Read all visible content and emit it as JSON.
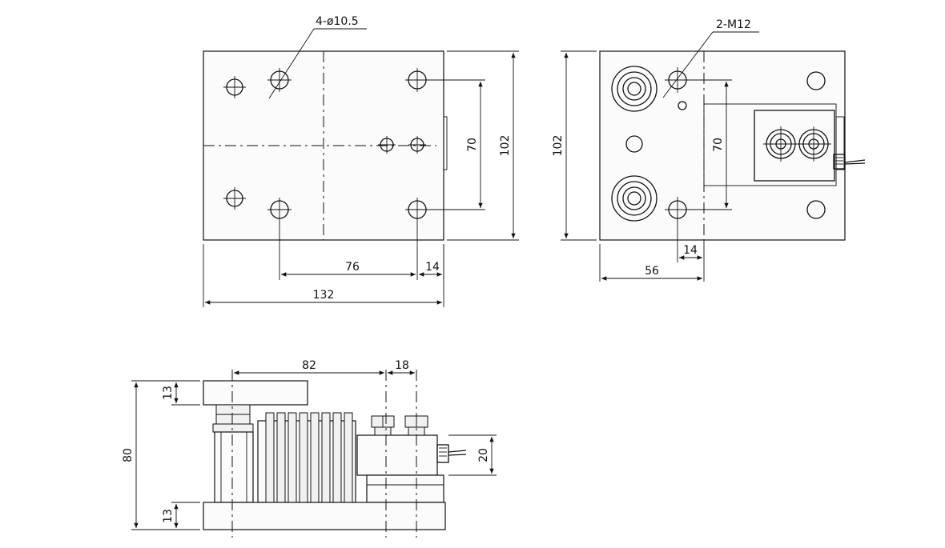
{
  "top_view": {
    "hole_callout": "4-ø10.5",
    "dim_width": "132",
    "dim_hole_spacing": "76",
    "dim_edge_offset": "14",
    "dim_hole_pitch": "70",
    "dim_height": "102"
  },
  "side_view": {
    "thread_callout": "2-M12",
    "dim_height": "102",
    "dim_hole_pitch": "70",
    "dim_edge_offset": "14",
    "dim_width": "56"
  },
  "front_view": {
    "dim_length": "82",
    "dim_gap": "18",
    "dim_top_plate": "13",
    "dim_total_height": "80",
    "dim_bottom_plate": "13",
    "dim_cable": "20"
  }
}
